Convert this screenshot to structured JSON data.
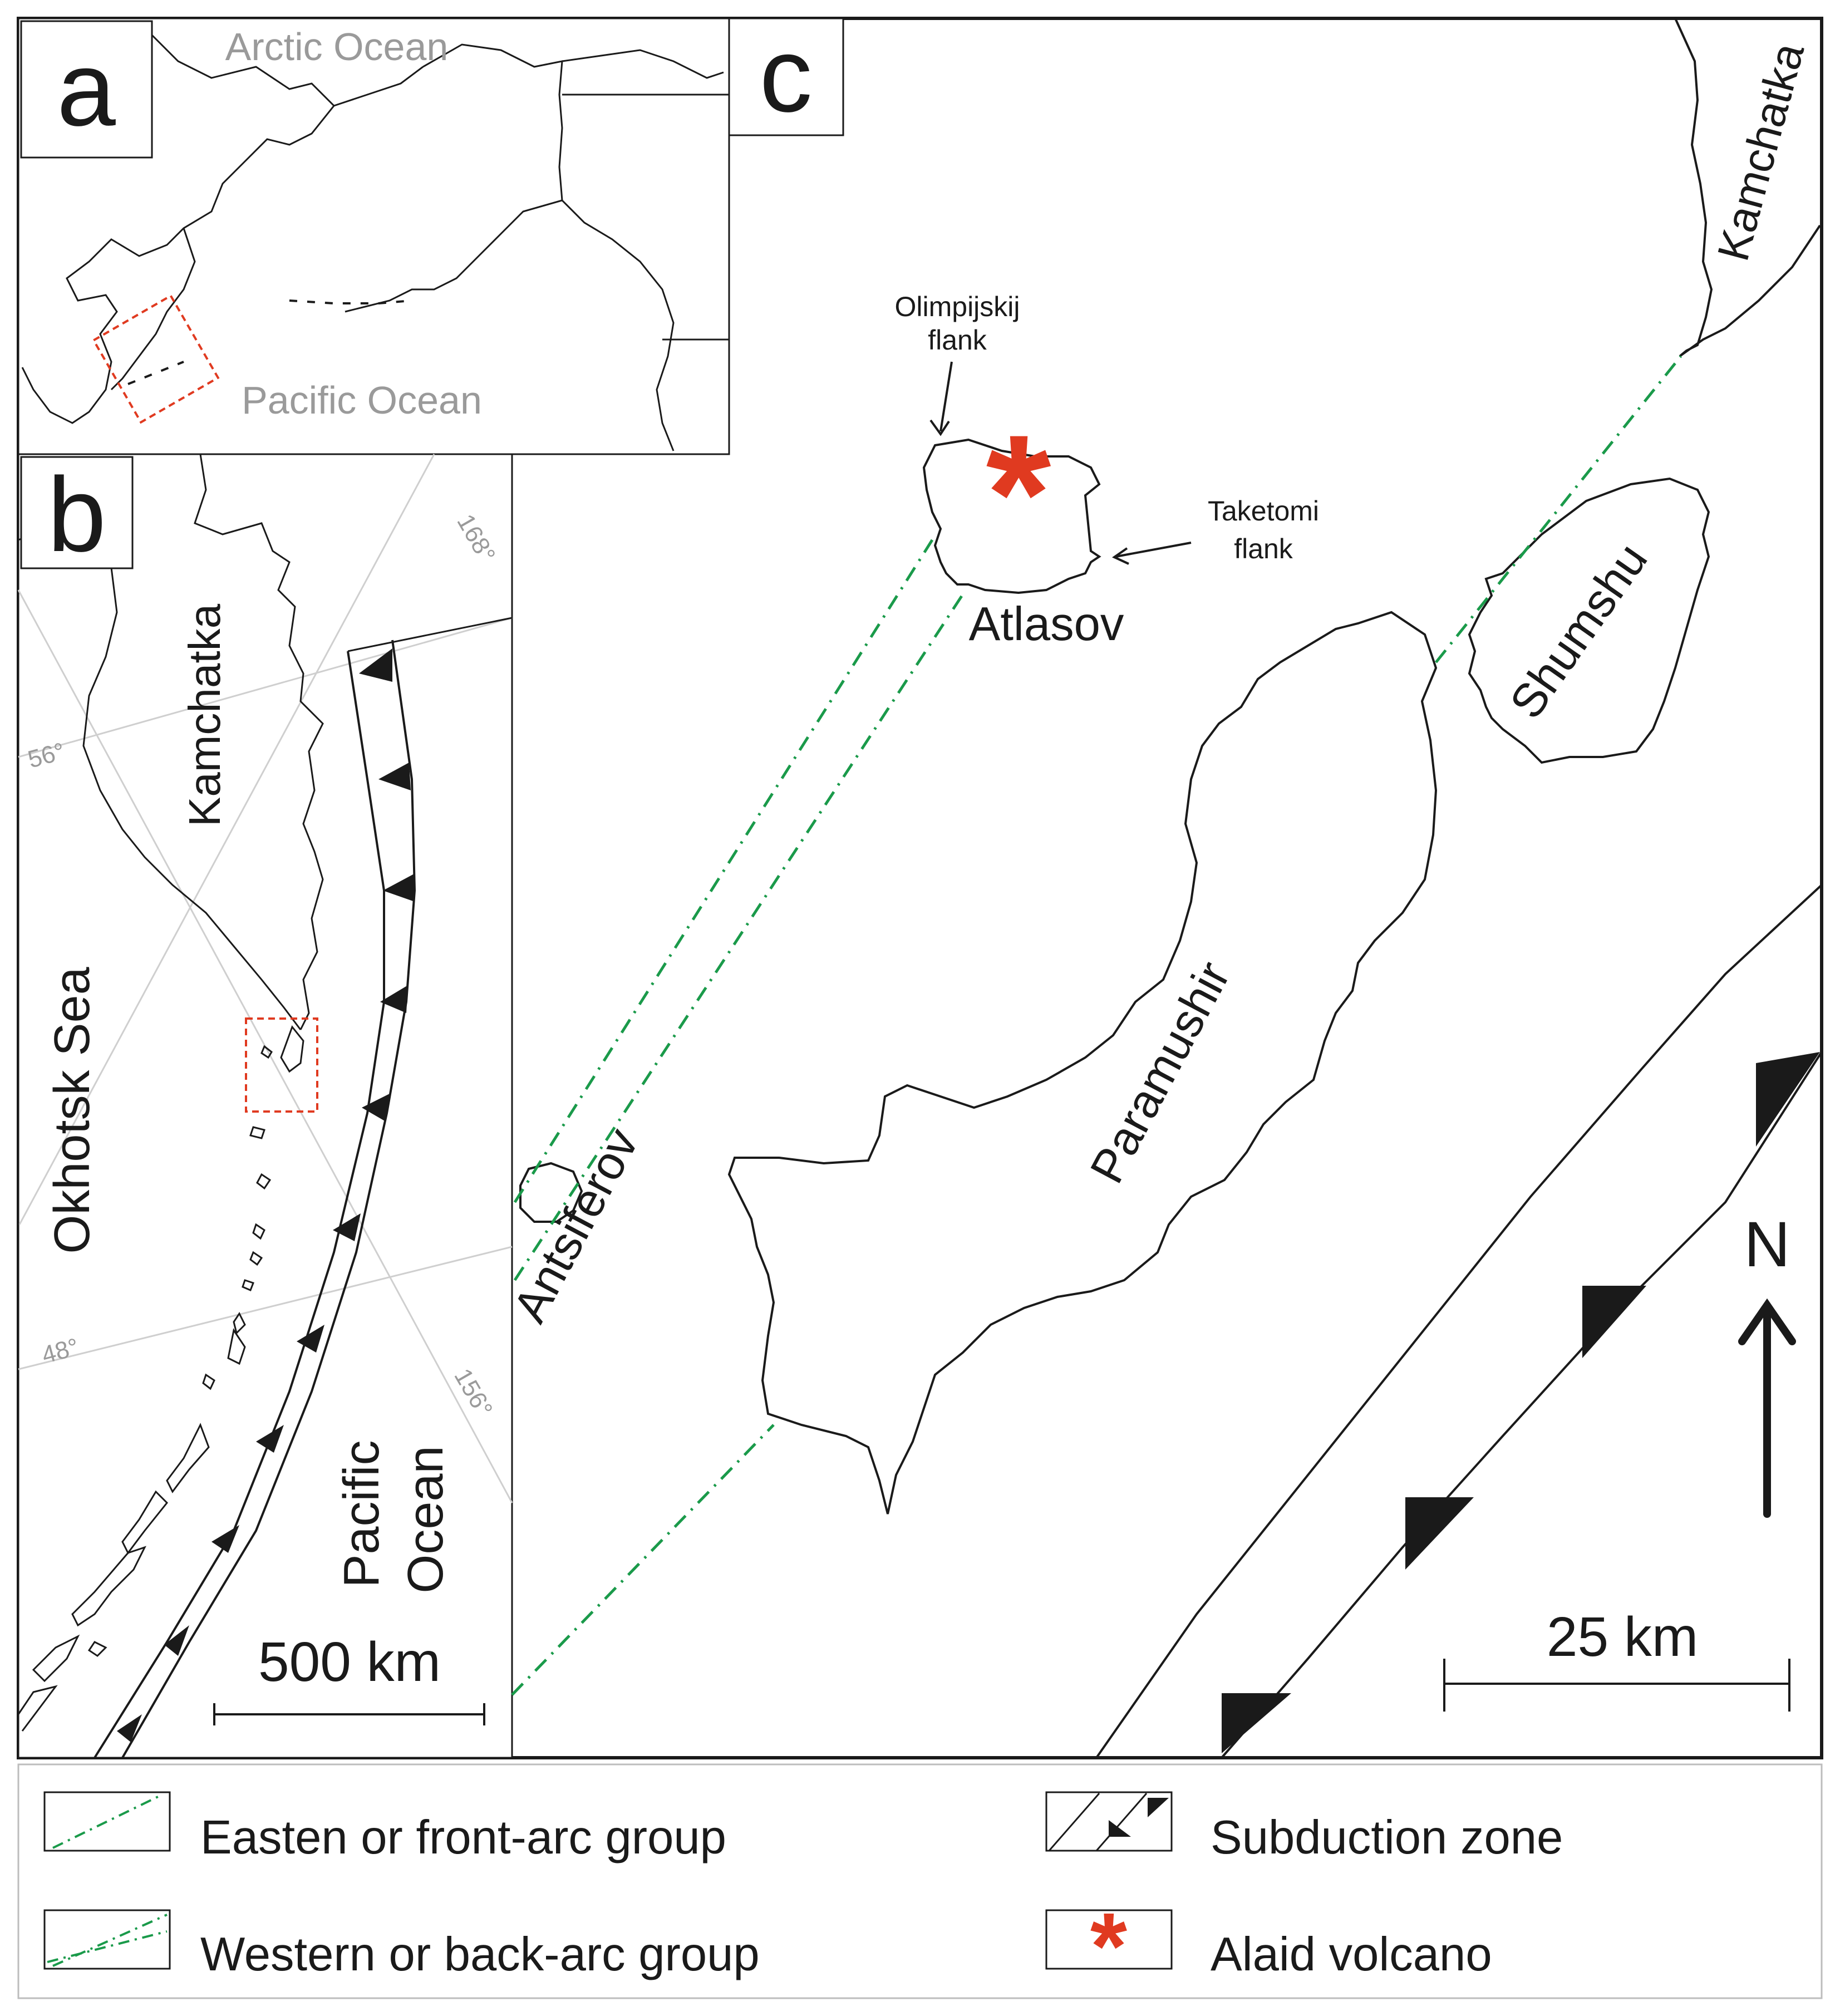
{
  "panels": {
    "a": {
      "letter": "a",
      "ocean_north": "Arctic Ocean",
      "ocean_south": "Pacific Ocean"
    },
    "b": {
      "letter": "b",
      "land_label": "Kamchatka",
      "sea_label": "Okhotsk Sea",
      "ocean_line1": "Pacific",
      "ocean_line2": "Ocean",
      "graticule": {
        "lat_56": "56°",
        "lat_48": "48°",
        "lon_168": "168°",
        "lon_156": "156°"
      },
      "scale_bar": "500 km"
    },
    "c": {
      "letter": "c",
      "kamchatka": "Kamchatka",
      "olimpijskij_line1": "Olimpijskij",
      "olimpijskij_line2": "flank",
      "taketomi_line1": "Taketomi",
      "taketomi_line2": "flank",
      "atlasov": "Atlasov",
      "shumshu": "Shumshu",
      "paramushir": "Paramushir",
      "antsiferov": "Antsiferov",
      "north": "N",
      "scale_bar": "25 km"
    }
  },
  "legend": {
    "items": [
      {
        "label": "Easten or front-arc group",
        "symbol": "front-arc-line"
      },
      {
        "label": "Western or back-arc group",
        "symbol": "back-arc-lines"
      },
      {
        "label": "Subduction zone",
        "symbol": "subduction-zone"
      },
      {
        "label": "Alaid volcano",
        "symbol": "red-asterisk"
      }
    ]
  },
  "colors": {
    "arc_lines": "#1a9a4a",
    "volcano": "#e03a20",
    "inset_box": "#e03a20",
    "muted_text": "#9a9a9a"
  }
}
